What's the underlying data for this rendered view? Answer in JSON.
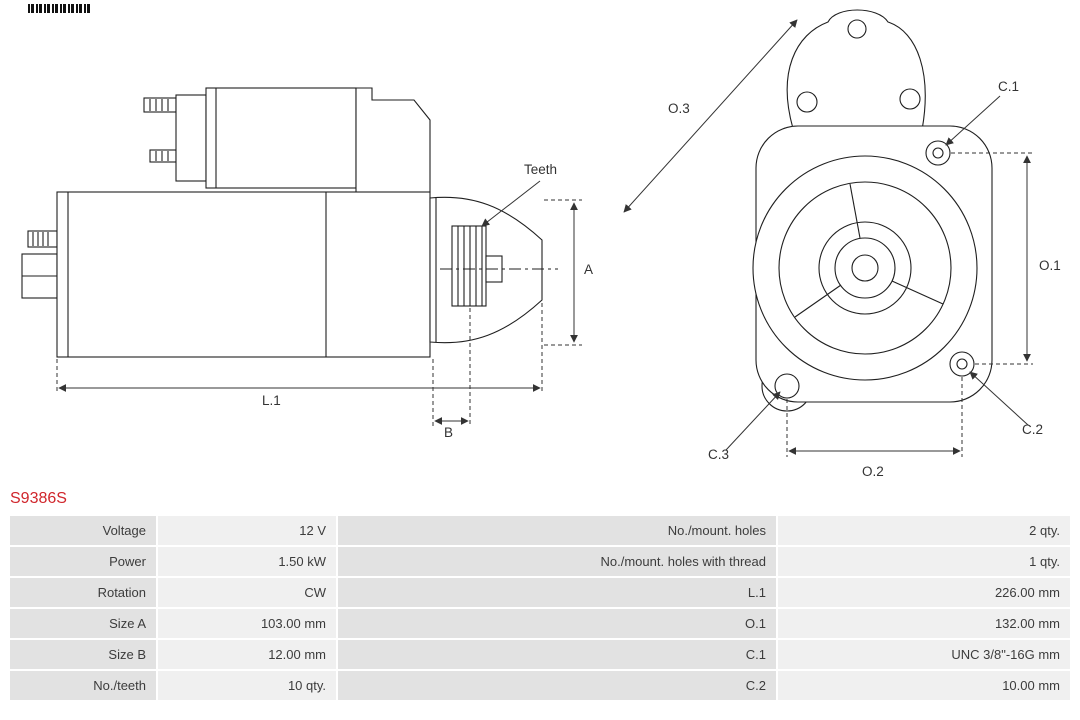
{
  "part_number": "S9386S",
  "accent_color": "#d0252b",
  "table_label_bg": "#e2e2e2",
  "table_value_bg": "#f0f0f0",
  "diagram": {
    "side_labels": {
      "teeth": "Teeth",
      "a": "A",
      "l1": "L.1",
      "b": "B"
    },
    "front_labels": {
      "o1": "O.1",
      "o2": "O.2",
      "o3": "O.3",
      "c1": "C.1",
      "c2": "C.2",
      "c3": "C.3"
    }
  },
  "table": {
    "rows": [
      {
        "label_left": "Voltage",
        "value_left": "12 V",
        "label_right": "No./mount. holes",
        "value_right": "2 qty."
      },
      {
        "label_left": "Power",
        "value_left": "1.50 kW",
        "label_right": "No./mount. holes with thread",
        "value_right": "1 qty."
      },
      {
        "label_left": "Rotation",
        "value_left": "CW",
        "label_right": "L.1",
        "value_right": "226.00 mm"
      },
      {
        "label_left": "Size A",
        "value_left": "103.00 mm",
        "label_right": "O.1",
        "value_right": "132.00 mm"
      },
      {
        "label_left": "Size B",
        "value_left": "12.00 mm",
        "label_right": "C.1",
        "value_right": "UNC 3/8\"-16G mm"
      },
      {
        "label_left": "No./teeth",
        "value_left": "10 qty.",
        "label_right": "C.2",
        "value_right": "10.00 mm"
      }
    ]
  }
}
